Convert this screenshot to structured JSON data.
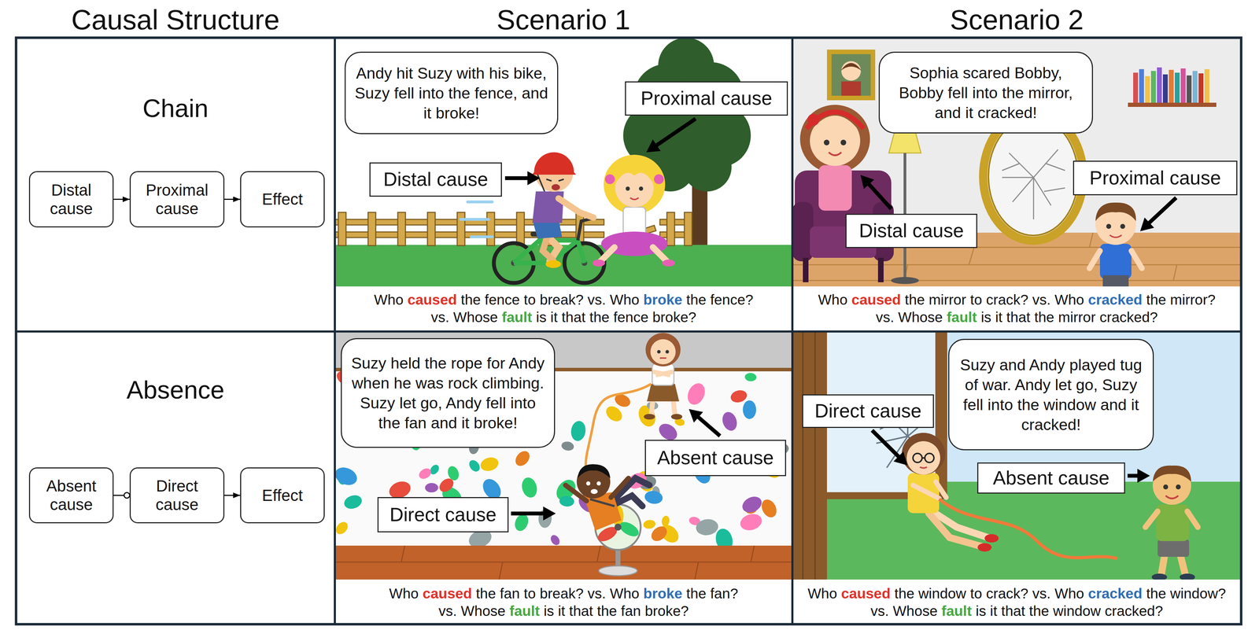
{
  "diagram": {
    "nodes": [
      {
        "text": [
          "Chain"
        ]
      },
      {
        "text": [
          "Distal cause"
        ],
        "in": 0
      },
      {
        "text": [
          "Proximal cause"
        ],
        "in": 0
      },
      {
        "text": [
          "Effect"
        ],
        "in": 0
      },
      {
        "text": [
          "Who caused the fence to break? vs. Who broke the fence? vs. Whose fault is it that the fence broke?"
        ]
      },
      {
        "text": [
          "Andy hit Suzy with his bike, Suzy fell into the fence, and it broke!"
        ],
        "in": 4
      },
      {
        "text": [
          "Proximal cause"
        ],
        "in": 4
      },
      {
        "text": [
          "Distal cause"
        ],
        "in": 4
      },
      {
        "text": [
          "Who caused the mirror to crack? vs. Who cracked the mirror? vs. Whose fault is it that the mirror cracked?"
        ]
      },
      {
        "text": [
          "Sophia scared Bobby, Bobby fell into the mirror, and it cracked!"
        ],
        "in": 8
      },
      {
        "text": [
          "Proximal cause"
        ],
        "in": 8
      },
      {
        "text": [
          "Distal cause"
        ],
        "in": 8
      },
      {
        "text": [
          "Absence"
        ]
      },
      {
        "text": [
          "Absent cause"
        ],
        "in": 12
      },
      {
        "text": [
          "Direct cause"
        ],
        "in": 12
      },
      {
        "text": [
          "Effect"
        ],
        "in": 12
      },
      {
        "text": [
          "Who caused the fan to break? vs. Who broke the fan? vs. Whose fault is it that the fan broke?"
        ]
      },
      {
        "text": [
          "Suzy held the rope for Andy when he was rock climbing. Suzy let go, Andy fell into the fan and it broke!"
        ],
        "in": 16
      },
      {
        "text": [
          "Absent cause"
        ],
        "in": 16
      },
      {
        "text": [
          "Direct cause"
        ],
        "in": 16
      },
      {
        "text": [
          "Who caused the window to crack? vs. Who cracked the window? vs. Whose fault is it that the window cracked?"
        ]
      },
      {
        "text": [
          "Direct cause"
        ],
        "in": 20
      },
      {
        "text": [
          "Suzy and Andy played tug of war. Andy let go, Suzy fell into the window and it cracked!"
        ],
        "in": 20
      },
      {
        "text": [
          "Absent cause"
        ],
        "in": 20
      }
    ],
    "edges": [
      {
        "from": 1,
        "to": 2,
        "arrow": "to"
      },
      {
        "from": 2,
        "to": 3,
        "arrow": "to"
      },
      {
        "from": 13,
        "to": 14,
        "arrow": "none"
      },
      {
        "from": 14,
        "to": 15,
        "arrow": "to"
      }
    ],
    "labels": [
      "Causal Structure",
      "Scenario 1",
      "Scenario 2"
    ]
  }
}
